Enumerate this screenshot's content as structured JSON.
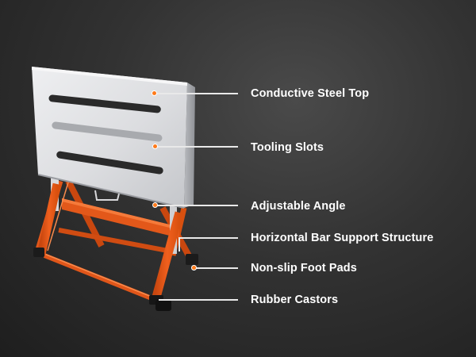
{
  "callouts": [
    {
      "id": "steel-top",
      "label": "Conductive Steel Top"
    },
    {
      "id": "tooling-slots",
      "label": "Tooling Slots"
    },
    {
      "id": "adjustable-angle",
      "label": "Adjustable Angle"
    },
    {
      "id": "support-structure",
      "label": "Horizontal Bar Support Structure"
    },
    {
      "id": "foot-pads",
      "label": "Non-slip Foot Pads"
    },
    {
      "id": "castors",
      "label": "Rubber Castors"
    }
  ],
  "colors": {
    "frame": "#f0601e",
    "frame_dark": "#c9470f",
    "tabletop": "#dcdde0",
    "slot": "#2a2a2a",
    "marker": "#ff7a1a",
    "label": "#ffffff"
  }
}
